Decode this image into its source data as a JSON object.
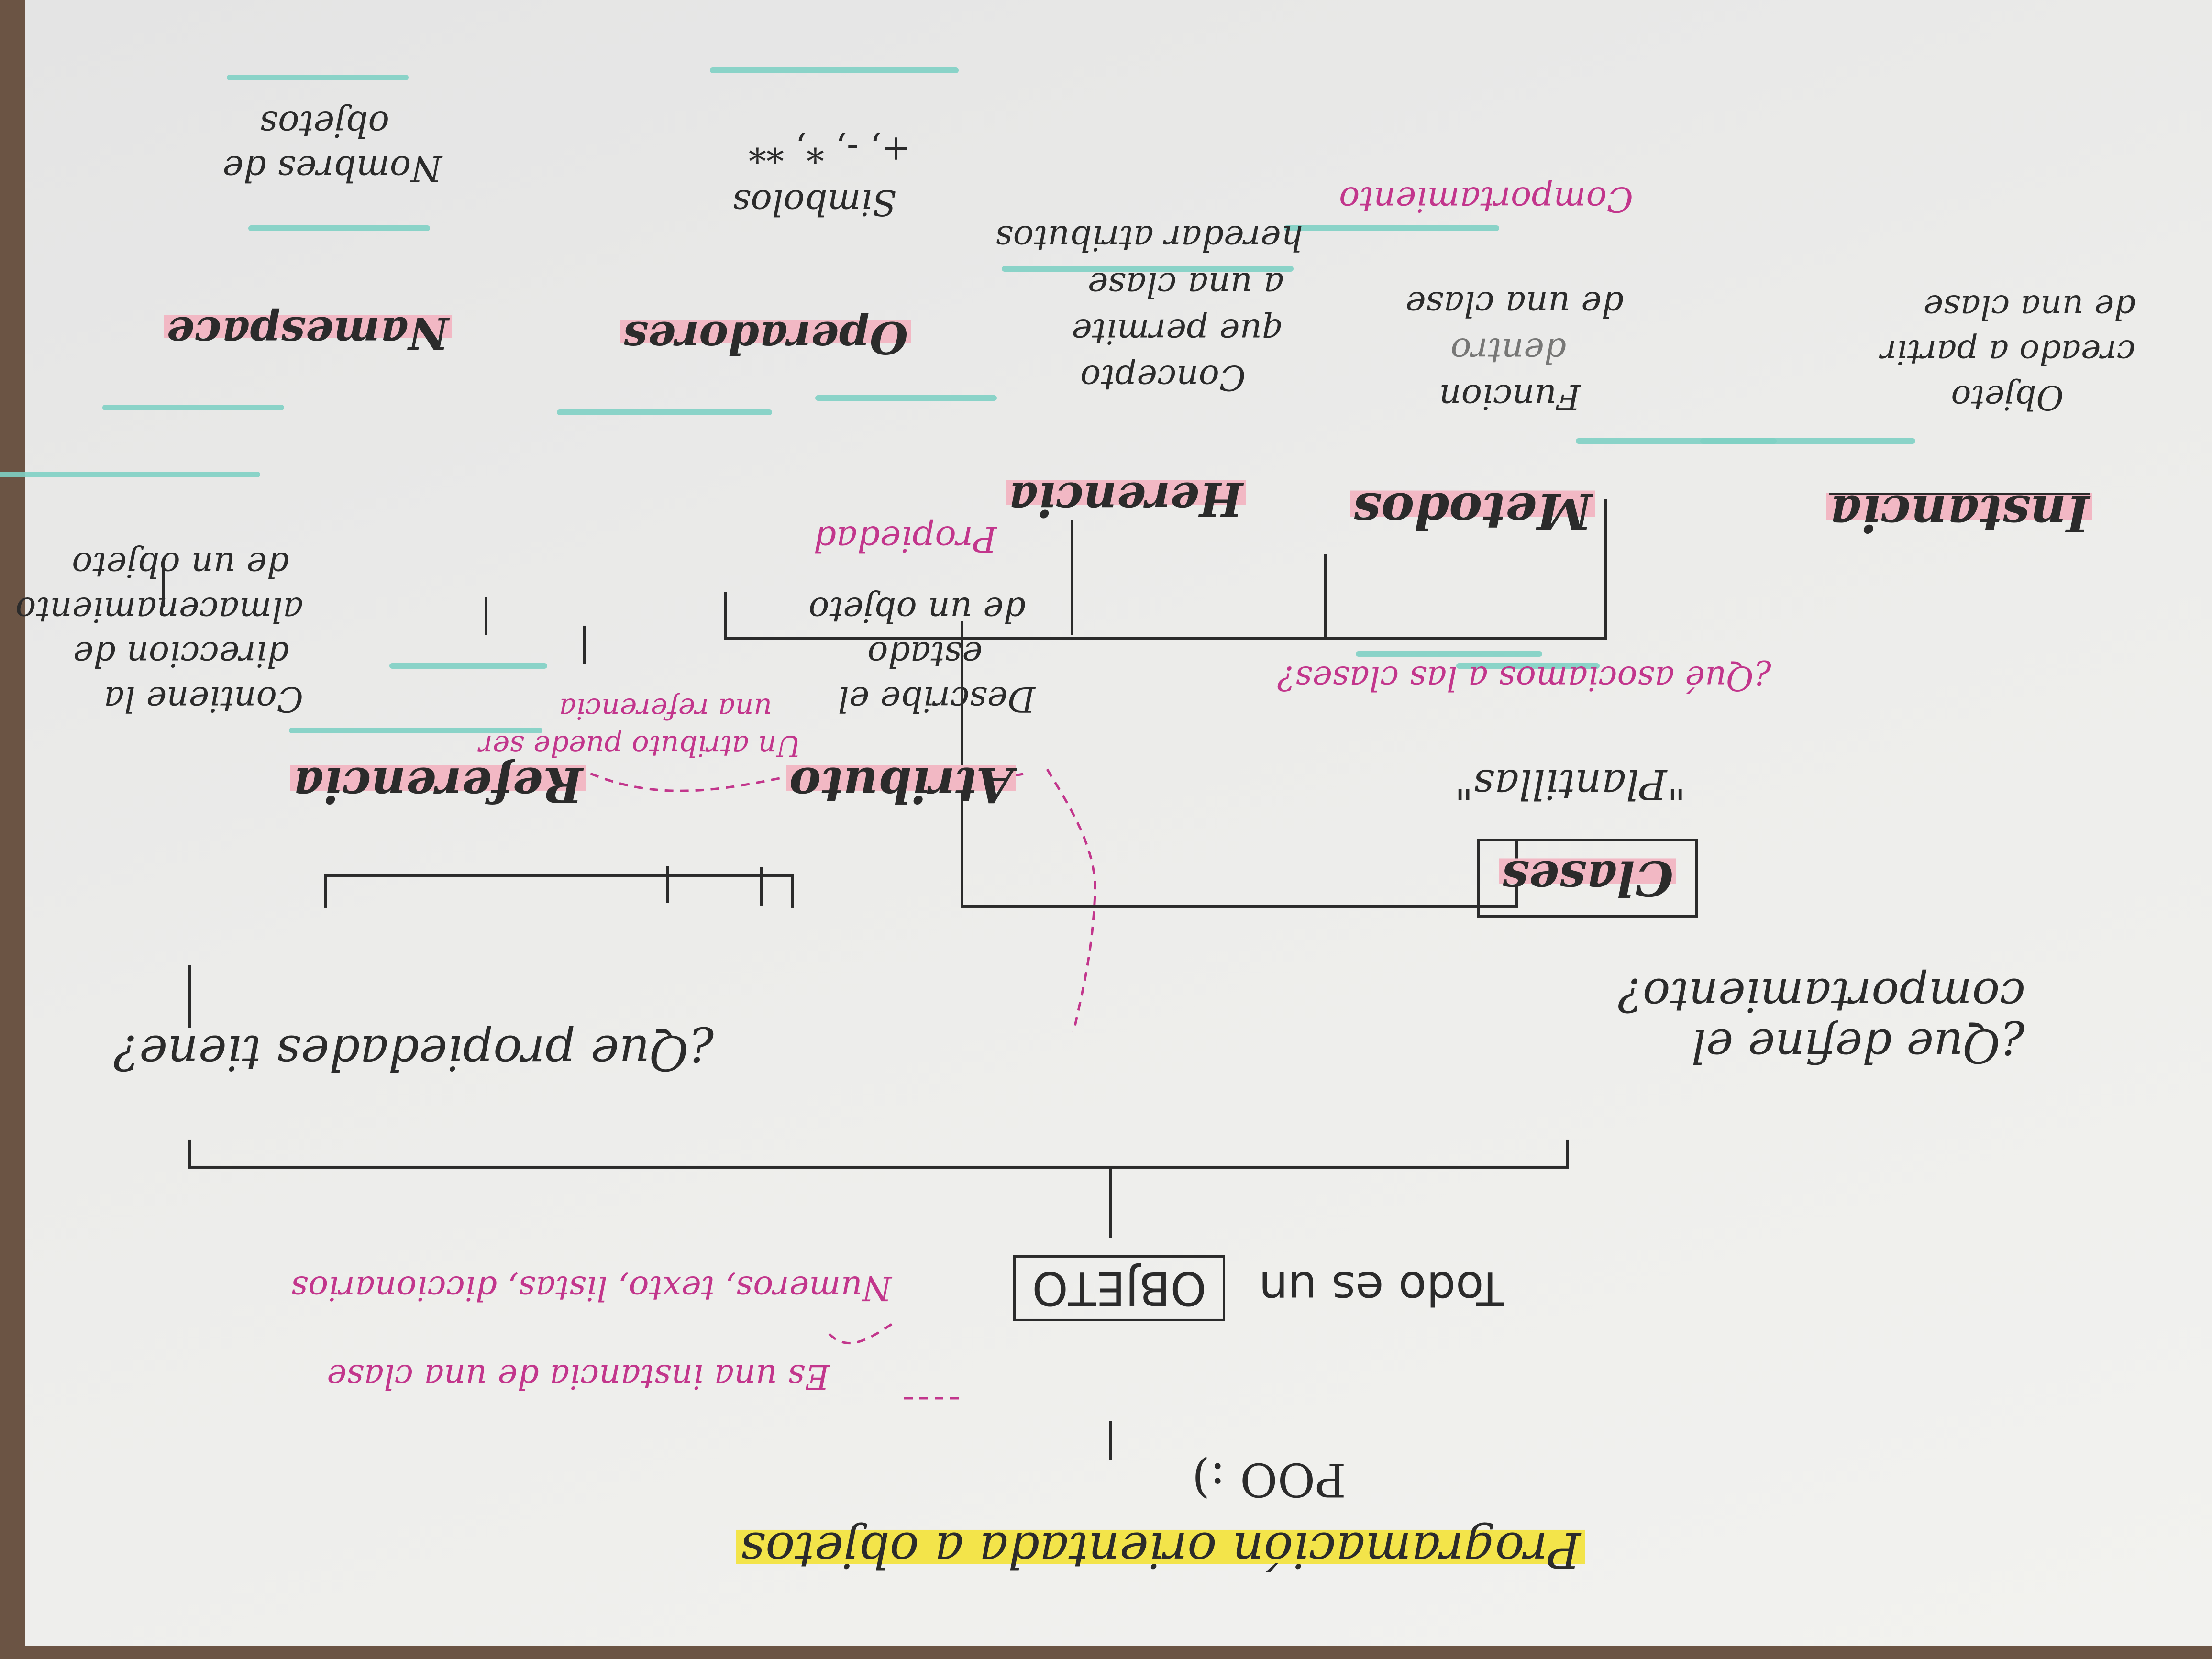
{
  "title": "Programación orientada a objetos",
  "subtitle": "POO :)",
  "root": {
    "prefix": "Todo es un",
    "boxed": "OBJETO",
    "note_types": "Numeros, texto, listas, diccionarios",
    "note_instance": "Es una instancia de una clase"
  },
  "left_branch": {
    "question": "¿Que define el comportamiento?",
    "clases": "Clases",
    "plantillas": "\"Plantillas\"",
    "asociamos": "¿Qué asociamos a las clases?",
    "instancia": {
      "label": "Instancia",
      "desc": [
        "Objeto",
        "creado a partir",
        "de una clase"
      ]
    },
    "metodos": {
      "label": "Metodos",
      "desc": [
        "Funcion",
        "dentro",
        "de una clase"
      ],
      "note": "Comportamiento"
    },
    "herencia": {
      "label": "Herencia",
      "desc": [
        "Concepto",
        "que permite",
        "a una clase",
        "heredar atributos"
      ]
    }
  },
  "right_branch": {
    "question": "¿Que propiedades tiene?",
    "atributo": {
      "label": "Atributo",
      "desc": [
        "Describe el",
        "estado",
        "de un objeto"
      ],
      "note": "Propiedad"
    },
    "referencia": {
      "label": "Referencia",
      "desc": [
        "Contiene la",
        "direccion de",
        "almacenamiento",
        "de un objeto"
      ]
    },
    "link_note": [
      "Un atributo puede ser",
      "una referencia"
    ],
    "operadores": {
      "label": "Operadores",
      "desc": [
        "Simbolos",
        "+, -, *, **"
      ]
    },
    "namespace": {
      "label": "Namespace",
      "desc": [
        "Nombres de",
        "objetos"
      ]
    }
  }
}
